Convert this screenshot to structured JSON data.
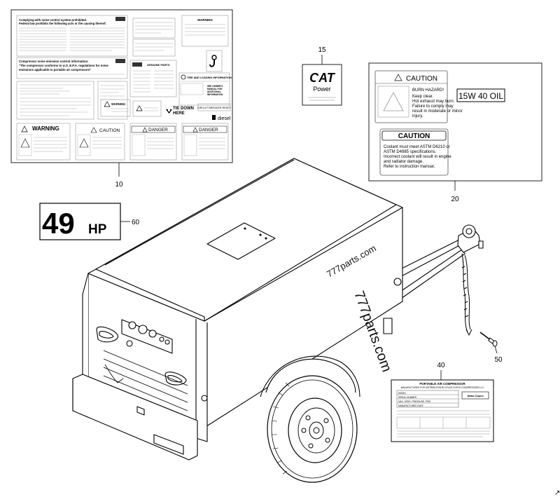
{
  "callouts": {
    "c10": "10",
    "c15": "15",
    "c20": "20",
    "c40": "40",
    "c50": "50",
    "c60": "60"
  },
  "decal_sheet": {
    "top_left_title_1": "Complying with noise control system prohibited.",
    "top_left_title_2": "Federal law prohibits the following acts or the causing thereof:",
    "mid_left_title_1": "Compressor noise emission control information:",
    "mid_left_title_2": "\"The compressor conforms to U.S. E.P.A. regulations for noise",
    "mid_left_title_3": "emissions applicable to portable air compressors\"",
    "warning_top": "WARNING",
    "genuine_parts": "GENUINE PARTS",
    "tire_title": "TIRE AND LOADING INFORMATION",
    "see_owner_1": "SEE OWNER'S",
    "see_owner_2": "MANUAL FOR",
    "see_owner_3": "ADDITIONAL",
    "see_owner_4": "INFORMATION",
    "warning_small": "WARNING",
    "tie_down_1": "TIE DOWN",
    "tie_down_2": "HERE",
    "circuit_breaker": "CIRCUIT BREAKER RESET",
    "diesel": "diesel",
    "warning_big": "WARNING",
    "caution": "CAUTION",
    "danger_1": "DANGER",
    "danger_2": "DANGER"
  },
  "cat_decal": {
    "brand": "CAT",
    "sub": "Power"
  },
  "caution_panel": {
    "caution_1": "CAUTION",
    "burn_hazard": "BURN HAZARD!",
    "lines": [
      "Keep clear.",
      "Hot exhaust may burn.",
      "Failure to comply may",
      "result in moderate or minor",
      "injury."
    ],
    "oil": "15W 40 OIL",
    "caution_2": "CAUTION",
    "coolant_lines": [
      "Coolant must meet ASTM D6210 or",
      "ASTM D4985 specifications.",
      "Incorrect coolant will result in engine",
      "and radiator damage.",
      "Refer to instruction manual."
    ]
  },
  "hp_decal": {
    "number": "49",
    "unit": "HP"
  },
  "machine": {
    "watermark_1": "777parts.com",
    "watermark_2": "777parts.com"
  },
  "plate": {
    "title": "PORTABLE AIR COMPRESSOR",
    "subtitle": "MANUFACTURED FOR DISTRIBUTION BY ATLAS COPCO COMPRESSORS LLC",
    "rows": [
      "MODEL",
      "SERIAL NUMBER",
      "MAX. OPER. PRESSURE, PSIG",
      "MANUFACTURED DATE"
    ],
    "brand": "Atlas Copco"
  },
  "corner_mark": "↗"
}
